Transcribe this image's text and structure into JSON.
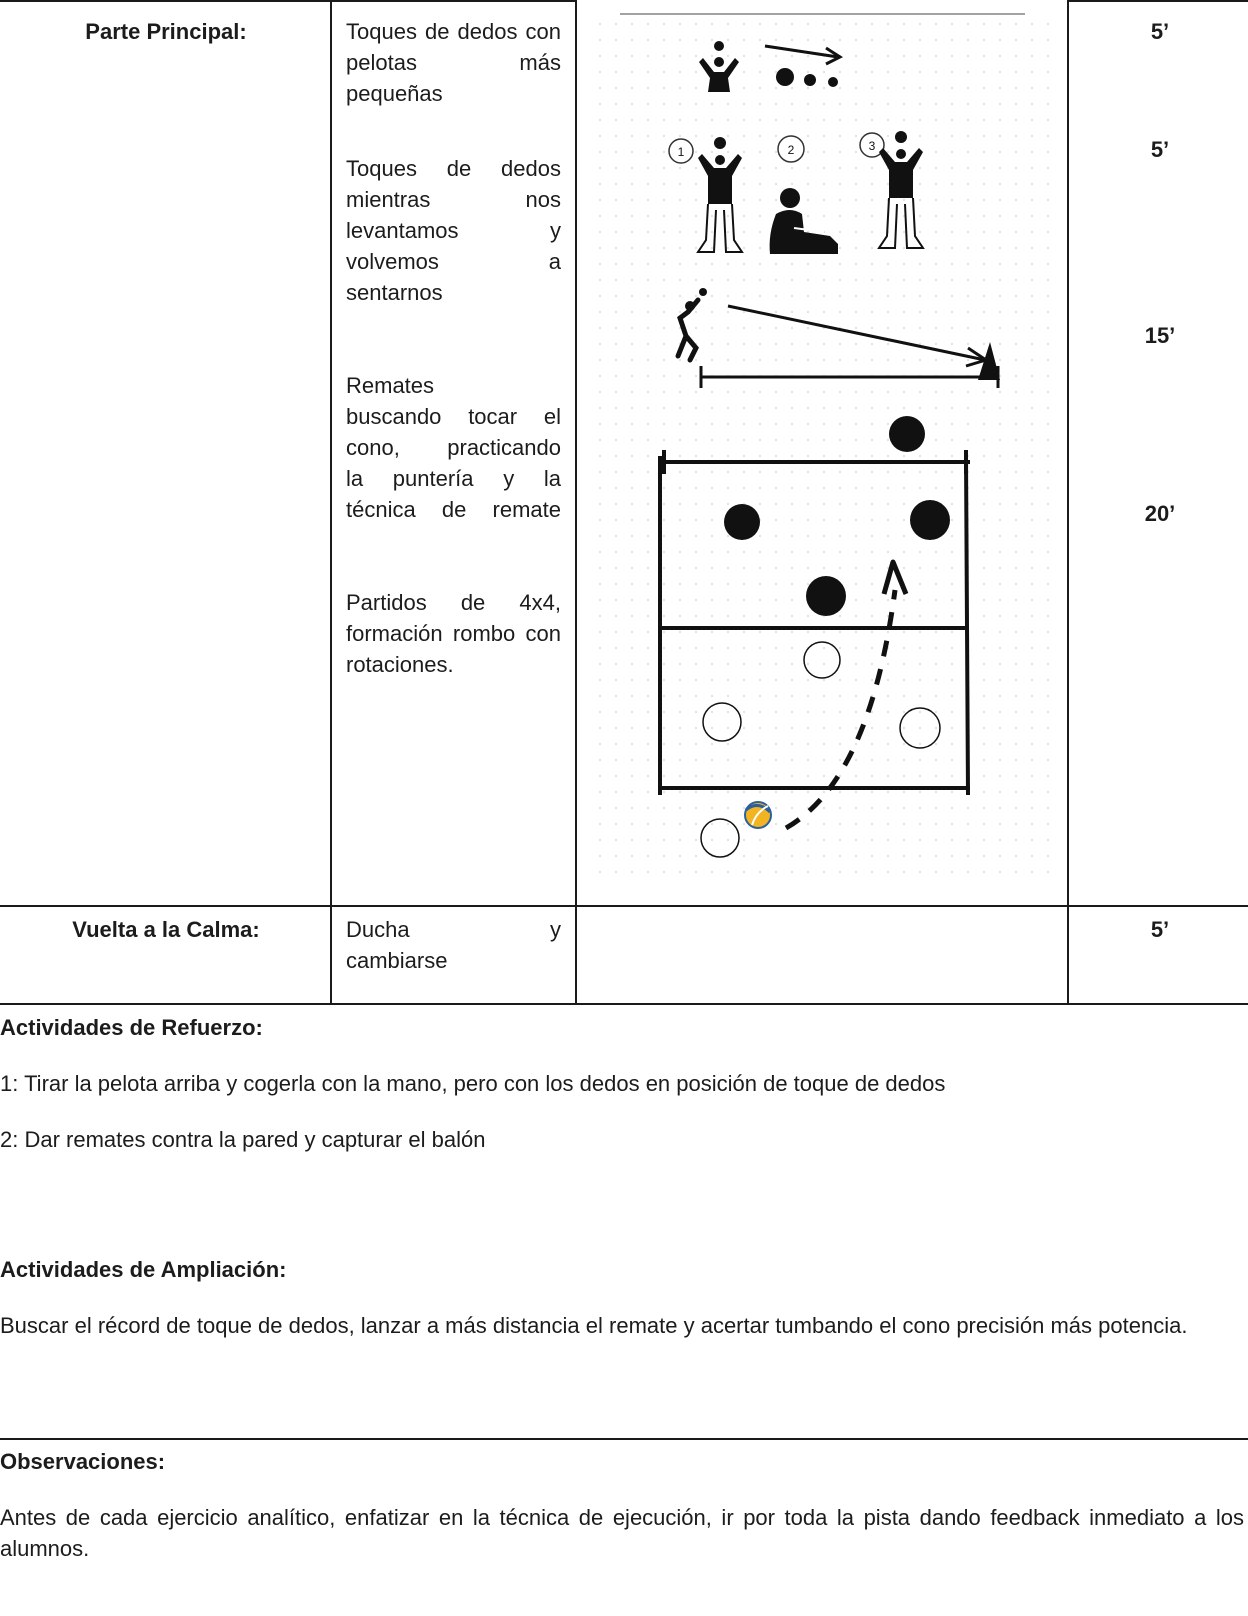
{
  "table": {
    "main_row": {
      "label": "Parte Principal:",
      "activities": {
        "a1": "Toques de dedos con pelotas más pequeñas",
        "a2_l1": "Toques de dedos",
        "a2_l2": "mientras nos",
        "a2_l3": "levantamos y",
        "a2_l4": "volvemos a",
        "a2_l5": "sentarnos",
        "a3_l1": "Remates",
        "a3_l2": "buscando tocar el",
        "a3_l3": "cono, practicando",
        "a3_l4": "la puntería y la",
        "a3_l5": "técnica de remate",
        "a4": "Partidos de 4x4, formación rombo con rotaciones."
      },
      "diagram": {
        "station_numbers": [
          "1",
          "2",
          "3"
        ]
      },
      "times": [
        "5’",
        "5’",
        "15’",
        "20’"
      ]
    },
    "calm_row": {
      "label": "Vuelta a la Calma:",
      "activity_l1": "Ducha y",
      "activity_l2": "cambiarse",
      "time": "5’"
    }
  },
  "refuerzo": {
    "heading": "Actividades de Refuerzo:",
    "items": [
      "1: Tirar la pelota arriba y cogerla con la mano, pero con los dedos en posición de toque de dedos",
      "2: Dar remates contra la pared y capturar el balón"
    ]
  },
  "ampliacion": {
    "heading": "Actividades de Ampliación:",
    "text": "Buscar el récord de toque de dedos, lanzar a más distancia el remate y acertar tumbando el cono precisión más potencia."
  },
  "observaciones": {
    "heading": "Observaciones:",
    "text": "Antes de cada ejercicio analítico, enfatizar en la técnica de ejecución, ir por toda la pista dando feedback inmediato a los alumnos."
  }
}
